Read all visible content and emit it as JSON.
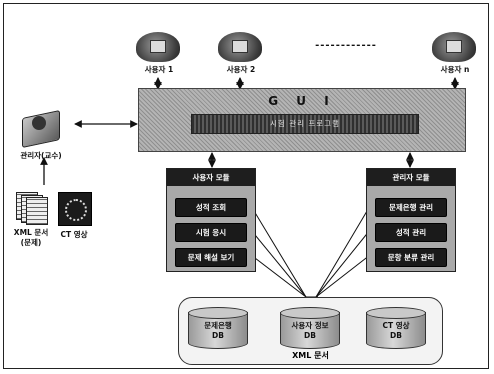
{
  "users": [
    {
      "label": "사용자 1"
    },
    {
      "label": "사용자 2"
    },
    {
      "label": "사용자 n"
    }
  ],
  "ellipsis": "------------",
  "gui": {
    "title": "G U I",
    "subtitle": "시험 관리 프로그램"
  },
  "admin": {
    "label": "관리자(교수)"
  },
  "xml_doc": {
    "label_line1": "XML 문서",
    "label_line2": "(문제)"
  },
  "ct_image": {
    "label": "CT 영상"
  },
  "user_module": {
    "title": "사용자 모듈",
    "items": [
      "성적 조회",
      "시험 응시",
      "문제 해설 보기"
    ]
  },
  "admin_module": {
    "title": "관리자 모듈",
    "items": [
      "문제은행 관리",
      "성적 관리",
      "문항 분류 관리"
    ]
  },
  "databases": [
    {
      "line1": "문제은행",
      "line2": "DB"
    },
    {
      "line1": "사용자 정보",
      "line2": "DB"
    },
    {
      "line1": "CT 영상",
      "line2": "DB"
    }
  ],
  "db_caption": "XML 문서"
}
